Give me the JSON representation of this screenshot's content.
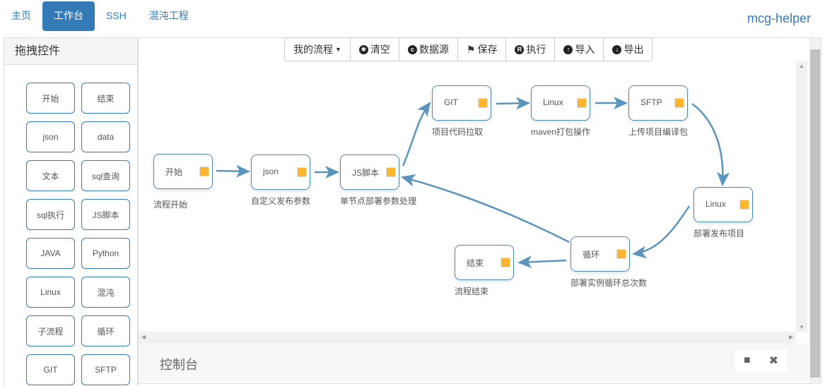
{
  "nav": {
    "items": [
      "主页",
      "工作台",
      "SSH",
      "混沌工程"
    ],
    "active": 1,
    "brand": "mcg-helper"
  },
  "sidebar": {
    "title": "拖拽控件",
    "tools": [
      "开始",
      "结束",
      "json",
      "data",
      "文本",
      "sql查询",
      "sql执行",
      "JS脚本",
      "JAVA",
      "Python",
      "Linux",
      "混沌",
      "子流程",
      "循环",
      "GIT",
      "SFTP"
    ]
  },
  "toolbar": {
    "flow": "我的流程",
    "clear": "清空",
    "datasource": "数据源",
    "save": "保存",
    "execute": "执行",
    "import": "导入",
    "export": "导出"
  },
  "nodes": [
    {
      "title": "开始",
      "label": "流程开始"
    },
    {
      "title": "json",
      "label": "自定义发布参数"
    },
    {
      "title": "JS脚本",
      "label": "单节点部署参数处理"
    },
    {
      "title": "GIT",
      "label": "项目代码拉取"
    },
    {
      "title": "Linux",
      "label": "maven打包操作"
    },
    {
      "title": "SFTP",
      "label": "上传项目编译包"
    },
    {
      "title": "Linux",
      "label": "部署发布项目"
    },
    {
      "title": "循环",
      "label": "部署实例循环总次数"
    },
    {
      "title": "结束",
      "label": "流程结束"
    }
  ],
  "console": {
    "title": "控制台"
  },
  "colors": {
    "accent": "#337ab7",
    "port": "#fbb52e",
    "edge": "#5b95bd"
  }
}
